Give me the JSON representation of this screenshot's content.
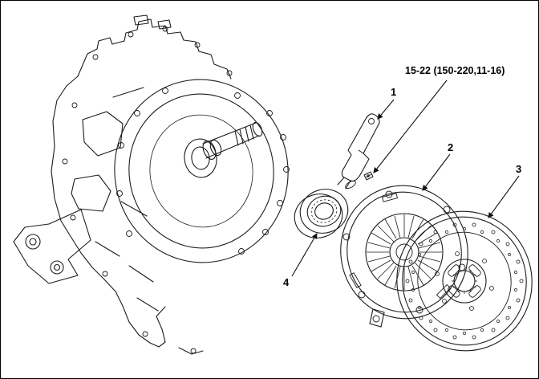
{
  "diagram": {
    "torque_label": "15-22 (150-220,11-16)",
    "callouts": [
      {
        "label": "1"
      },
      {
        "label": "2"
      },
      {
        "label": "3"
      },
      {
        "label": "4"
      }
    ]
  }
}
